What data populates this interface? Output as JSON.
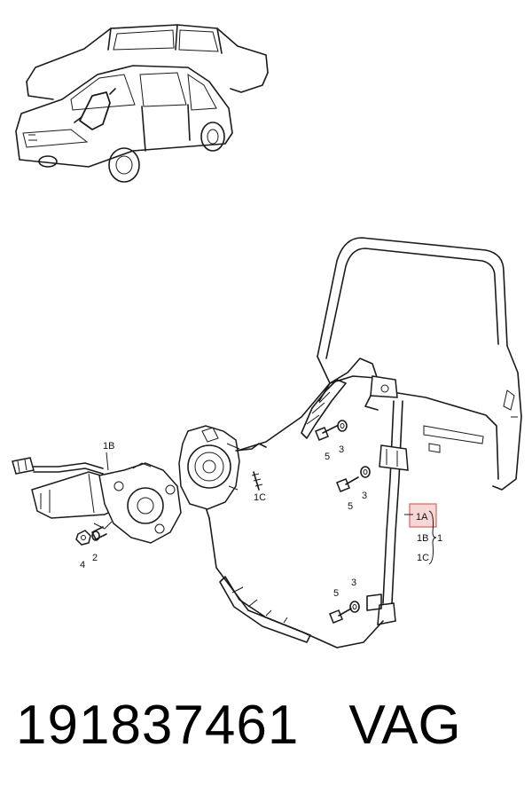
{
  "callouts": {
    "c1A": "1A",
    "c1B_right": "1B",
    "c1": "1",
    "c1C_right": "1C",
    "c1B_left": "1B",
    "c1C_left": "1C",
    "c2": "2",
    "c3_top": "3",
    "c3_mid": "3",
    "c3_bot": "3",
    "c4": "4",
    "c5_top": "5",
    "c5_mid": "5",
    "c5_bot": "5"
  },
  "footer": {
    "part_number": "191837461",
    "brand": "VAG"
  },
  "colors": {
    "line": "#1a1a1a",
    "highlight": "#e06060",
    "highlight_fill": "#f7d6d6"
  }
}
